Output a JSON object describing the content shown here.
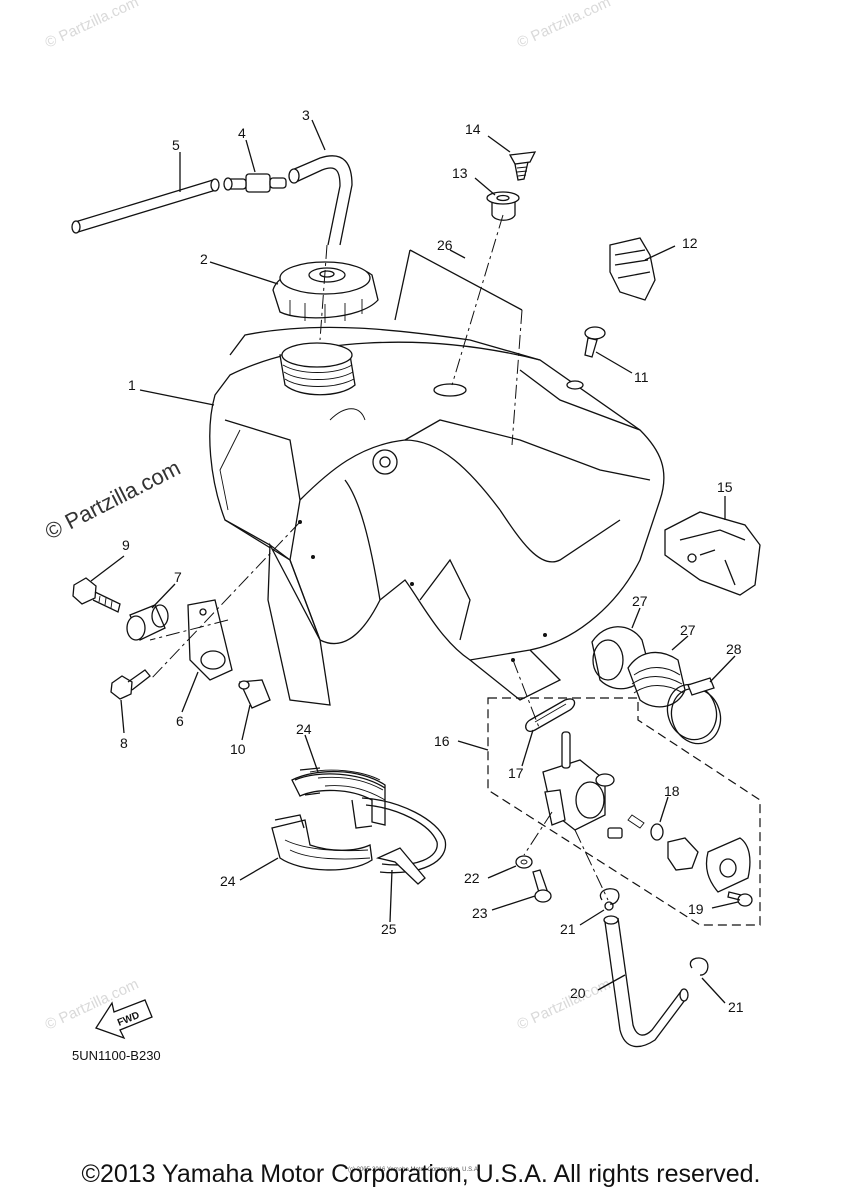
{
  "labels": [
    "1",
    "2",
    "3",
    "4",
    "5",
    "6",
    "7",
    "8",
    "9",
    "10",
    "11",
    "12",
    "13",
    "14",
    "15",
    "16",
    "17",
    "18",
    "19",
    "20",
    "21",
    "21",
    "22",
    "23",
    "24",
    "24",
    "25",
    "26",
    "27",
    "27",
    "28"
  ],
  "diagram_code": "5UN1100-B230",
  "fwd_label": "FWD",
  "watermark_main": "© Partzilla.com",
  "watermark_faint": "© Partzilla.com",
  "tiny_copyright": "(c) 2005-2016 Yamaha Motor Corporation, U.S.A.",
  "footer_copyright": "©2013 Yamaha Motor Corporation, U.S.A. All rights reserved.",
  "colors": {
    "line": "#111111",
    "background": "#ffffff",
    "watermark": "#d9d9d9"
  }
}
